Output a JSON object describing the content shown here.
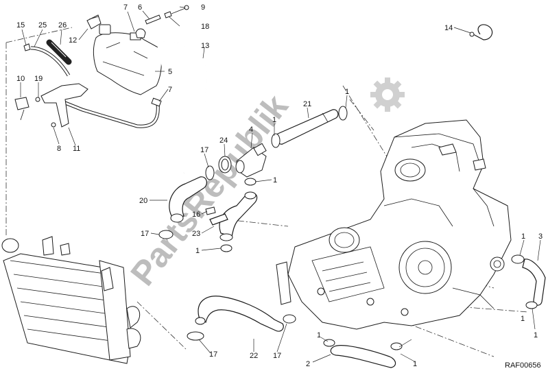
{
  "diagram": {
    "reference_code": "RAF00656",
    "watermark_text": "PartsRepublik",
    "watermark_icon": "gear-icon",
    "line_color": "#1a1a1a",
    "watermark_color": "#bdbdbd"
  },
  "callouts": [
    {
      "id": "c15",
      "label": "15"
    },
    {
      "id": "c25",
      "label": "25"
    },
    {
      "id": "c26",
      "label": "26"
    },
    {
      "id": "c12",
      "label": "12"
    },
    {
      "id": "c7a",
      "label": "7"
    },
    {
      "id": "c6",
      "label": "6"
    },
    {
      "id": "c9",
      "label": "9"
    },
    {
      "id": "c18",
      "label": "18"
    },
    {
      "id": "c13",
      "label": "13"
    },
    {
      "id": "c14",
      "label": "14"
    },
    {
      "id": "c10",
      "label": "10"
    },
    {
      "id": "c19",
      "label": "19"
    },
    {
      "id": "c5",
      "label": "5"
    },
    {
      "id": "c7b",
      "label": "7"
    },
    {
      "id": "c8",
      "label": "8"
    },
    {
      "id": "c11",
      "label": "11"
    },
    {
      "id": "c21",
      "label": "21"
    },
    {
      "id": "c1a",
      "label": "1"
    },
    {
      "id": "c4",
      "label": "4"
    },
    {
      "id": "c1b",
      "label": "1"
    },
    {
      "id": "c17a",
      "label": "17"
    },
    {
      "id": "c24",
      "label": "24"
    },
    {
      "id": "c1c",
      "label": "1"
    },
    {
      "id": "c20",
      "label": "20"
    },
    {
      "id": "c16",
      "label": "16"
    },
    {
      "id": "c17b",
      "label": "17"
    },
    {
      "id": "c23",
      "label": "23"
    },
    {
      "id": "c1d",
      "label": "1"
    },
    {
      "id": "c1e",
      "label": "1"
    },
    {
      "id": "c3",
      "label": "3"
    },
    {
      "id": "c1f",
      "label": "1"
    },
    {
      "id": "c1g",
      "label": "1"
    },
    {
      "id": "c17c",
      "label": "17"
    },
    {
      "id": "c22",
      "label": "22"
    },
    {
      "id": "c17d",
      "label": "17"
    },
    {
      "id": "c2",
      "label": "2"
    },
    {
      "id": "c1h",
      "label": "1"
    },
    {
      "id": "c1i",
      "label": "1"
    }
  ]
}
